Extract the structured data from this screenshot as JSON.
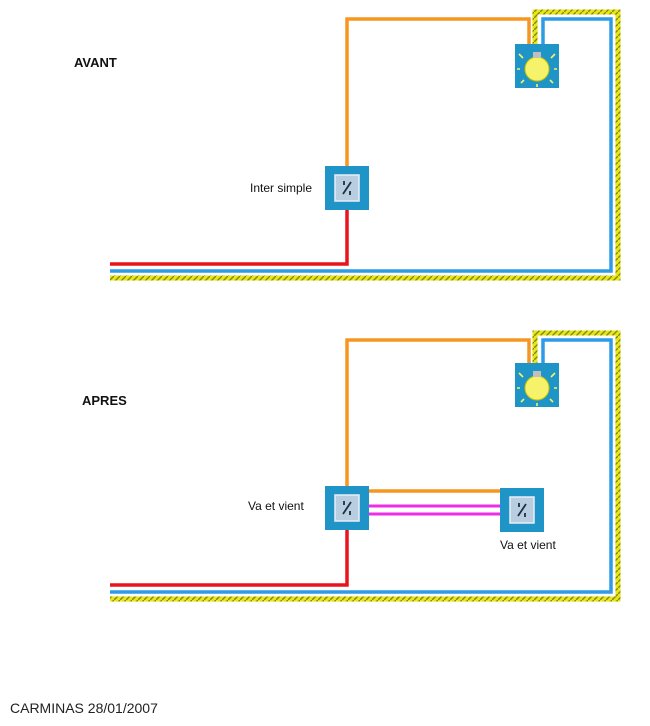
{
  "diagram": {
    "before": {
      "title": "AVANT",
      "switch_label": "Inter simple"
    },
    "after": {
      "title": "APRES",
      "switch1_label": "Va et vient",
      "switch2_label": "Va et vient"
    }
  },
  "footer": {
    "credit": "CARMINAS 28/01/2007"
  },
  "colors": {
    "phase": "#e8141b",
    "neutral": "#2f9be6",
    "earth": "#e6e61a",
    "return": "#f7961e",
    "traveler": "#ee2ee6",
    "device_box": "#1f95c7",
    "bulb": "#f6f26a"
  }
}
